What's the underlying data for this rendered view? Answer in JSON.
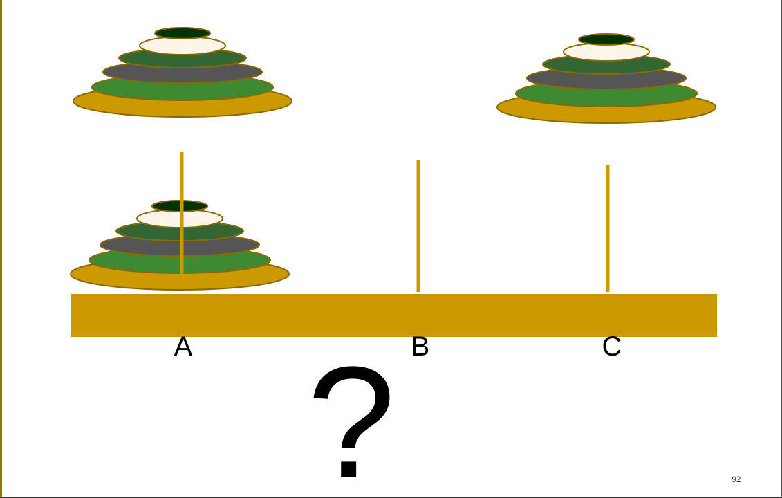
{
  "colors": {
    "gold": "#cc9900",
    "outline": "#8a6a00",
    "darkest_green": "#003300",
    "cream": "#fbf5ea",
    "dark_green": "#336633",
    "gray": "#555555",
    "green": "#3d8a30"
  },
  "pegs": [
    "A",
    "B",
    "C"
  ],
  "tower_sets": [
    {
      "id": "start",
      "disks": [
        "darkest_green",
        "cream",
        "dark_green",
        "gray",
        "green",
        "gold"
      ]
    },
    {
      "id": "goal",
      "disks": [
        "darkest_green",
        "cream",
        "dark_green",
        "gray",
        "green",
        "gold"
      ]
    },
    {
      "id": "on-peg-a",
      "disks": [
        "darkest_green",
        "cream",
        "dark_green",
        "gray",
        "green",
        "gold"
      ]
    }
  ],
  "question_mark": "?",
  "page_number": "92"
}
